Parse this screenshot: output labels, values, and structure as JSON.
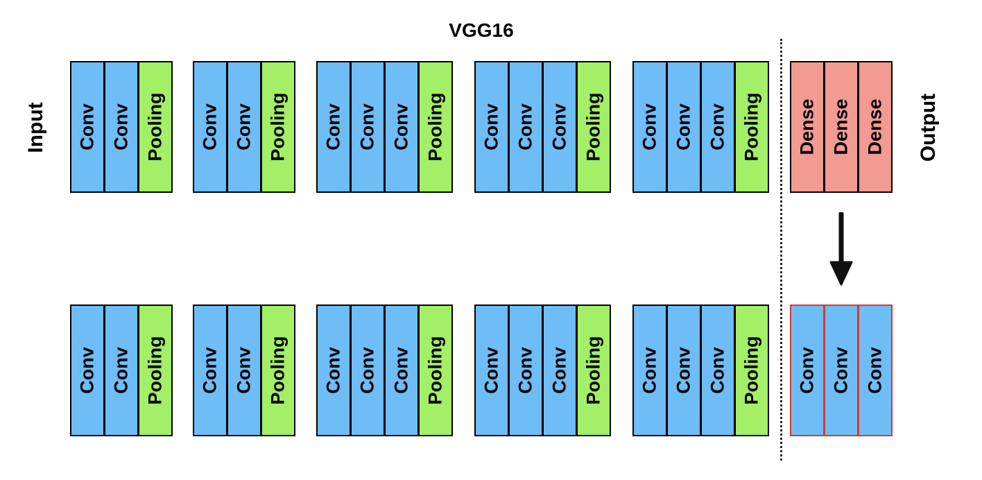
{
  "title": "VGG16",
  "input_label": "Input",
  "output_label": "Output",
  "colors": {
    "conv": "#6fbdf7",
    "pooling": "#a3ef67",
    "dense": "#f29b92",
    "highlight_border": "#d6392b"
  },
  "top_row": {
    "blocks": [
      {
        "layers": [
          {
            "label": "Conv",
            "type": "conv"
          },
          {
            "label": "Conv",
            "type": "conv"
          },
          {
            "label": "Pooling",
            "type": "pooling"
          }
        ]
      },
      {
        "layers": [
          {
            "label": "Conv",
            "type": "conv"
          },
          {
            "label": "Conv",
            "type": "conv"
          },
          {
            "label": "Pooling",
            "type": "pooling"
          }
        ]
      },
      {
        "layers": [
          {
            "label": "Conv",
            "type": "conv"
          },
          {
            "label": "Conv",
            "type": "conv"
          },
          {
            "label": "Conv",
            "type": "conv"
          },
          {
            "label": "Pooling",
            "type": "pooling"
          }
        ]
      },
      {
        "layers": [
          {
            "label": "Conv",
            "type": "conv"
          },
          {
            "label": "Conv",
            "type": "conv"
          },
          {
            "label": "Conv",
            "type": "conv"
          },
          {
            "label": "Pooling",
            "type": "pooling"
          }
        ]
      },
      {
        "layers": [
          {
            "label": "Conv",
            "type": "conv"
          },
          {
            "label": "Conv",
            "type": "conv"
          },
          {
            "label": "Conv",
            "type": "conv"
          },
          {
            "label": "Pooling",
            "type": "pooling"
          }
        ]
      },
      {
        "layers": [
          {
            "label": "Dense",
            "type": "dense"
          },
          {
            "label": "Dense",
            "type": "dense"
          },
          {
            "label": "Dense",
            "type": "dense"
          }
        ]
      }
    ]
  },
  "bottom_row": {
    "blocks": [
      {
        "layers": [
          {
            "label": "Conv",
            "type": "conv"
          },
          {
            "label": "Conv",
            "type": "conv"
          },
          {
            "label": "Pooling",
            "type": "pooling"
          }
        ]
      },
      {
        "layers": [
          {
            "label": "Conv",
            "type": "conv"
          },
          {
            "label": "Conv",
            "type": "conv"
          },
          {
            "label": "Pooling",
            "type": "pooling"
          }
        ]
      },
      {
        "layers": [
          {
            "label": "Conv",
            "type": "conv"
          },
          {
            "label": "Conv",
            "type": "conv"
          },
          {
            "label": "Conv",
            "type": "conv"
          },
          {
            "label": "Pooling",
            "type": "pooling"
          }
        ]
      },
      {
        "layers": [
          {
            "label": "Conv",
            "type": "conv"
          },
          {
            "label": "Conv",
            "type": "conv"
          },
          {
            "label": "Conv",
            "type": "conv"
          },
          {
            "label": "Pooling",
            "type": "pooling"
          }
        ]
      },
      {
        "layers": [
          {
            "label": "Conv",
            "type": "conv"
          },
          {
            "label": "Conv",
            "type": "conv"
          },
          {
            "label": "Conv",
            "type": "conv"
          },
          {
            "label": "Pooling",
            "type": "pooling"
          }
        ]
      },
      {
        "layers": [
          {
            "label": "Conv",
            "type": "conv"
          },
          {
            "label": "Conv",
            "type": "conv"
          },
          {
            "label": "Conv",
            "type": "conv"
          }
        ],
        "highlight": true
      }
    ]
  },
  "arrow_icon": "down-arrow-icon"
}
